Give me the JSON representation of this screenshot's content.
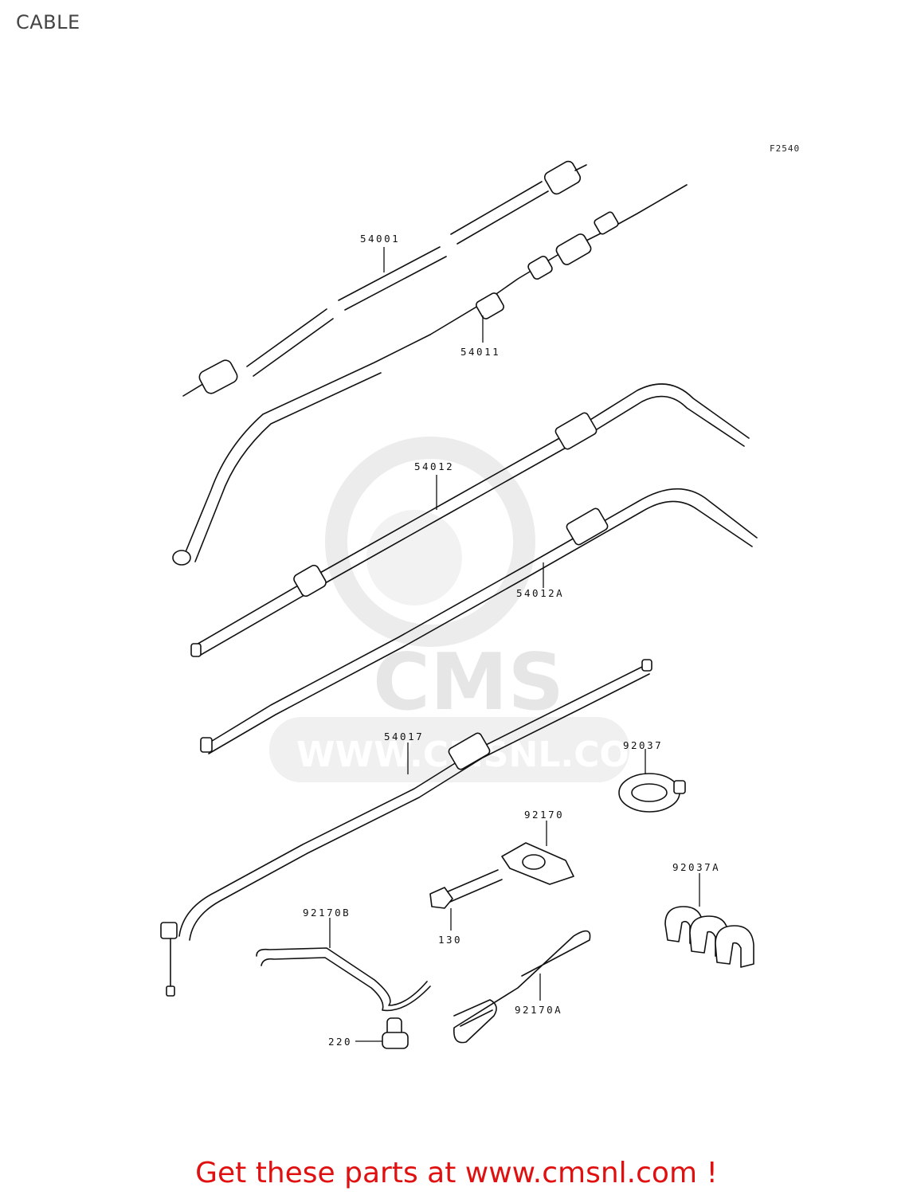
{
  "diagram": {
    "title": "CABLE",
    "ref_code": "F2540",
    "watermark": {
      "brand": "CMS",
      "url": "WWW.CMSNL.COM"
    },
    "footer": "Get these parts at www.cmsnl.com !",
    "parts": [
      {
        "id": "p54001",
        "label": "54001"
      },
      {
        "id": "p54011",
        "label": "54011"
      },
      {
        "id": "p54012",
        "label": "54012"
      },
      {
        "id": "p54012A",
        "label": "54012A"
      },
      {
        "id": "p54017",
        "label": "54017"
      },
      {
        "id": "p92037",
        "label": "92037"
      },
      {
        "id": "p92170",
        "label": "92170"
      },
      {
        "id": "p92037A",
        "label": "92037A"
      },
      {
        "id": "p92170B",
        "label": "92170B"
      },
      {
        "id": "p130",
        "label": "130"
      },
      {
        "id": "p92170A",
        "label": "92170A"
      },
      {
        "id": "p220",
        "label": "220"
      }
    ]
  }
}
